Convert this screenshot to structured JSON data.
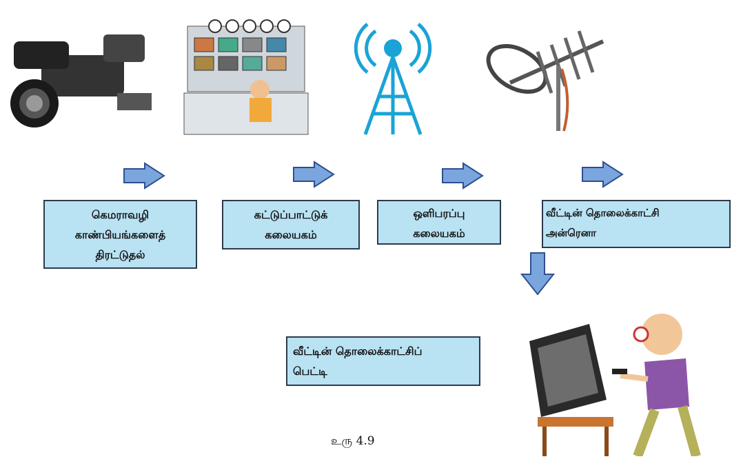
{
  "diagram": {
    "steps": [
      {
        "id": "camera",
        "lines": [
          "கெமராவழி",
          "காண்பியங்களைத்",
          "திரட்டுதல்"
        ]
      },
      {
        "id": "control",
        "lines": [
          "கட்டுப்பாட்டுக்",
          "கலையகம்"
        ]
      },
      {
        "id": "broadcast",
        "lines": [
          "ஒளிபரப்பு",
          "கலையகம்"
        ]
      },
      {
        "id": "antenna",
        "lines": [
          "வீட்டின் தொலைக்காட்சி",
          "அன்ரெனா"
        ]
      }
    ],
    "final": {
      "lines": [
        "வீட்டின் தொலைக்காட்சிப்",
        "பெட்டி"
      ]
    },
    "caption": "உரு 4.9",
    "colors": {
      "box_fill": "#b9e2f3",
      "box_border": "#2b3a4a",
      "arrow_fill": "#7aa6dd",
      "arrow_stroke": "#2e4f8f"
    },
    "icons": [
      "video-camera-icon",
      "control-room-icon",
      "broadcast-tower-icon",
      "tv-antenna-icon",
      "person-watching-tv-icon"
    ]
  }
}
